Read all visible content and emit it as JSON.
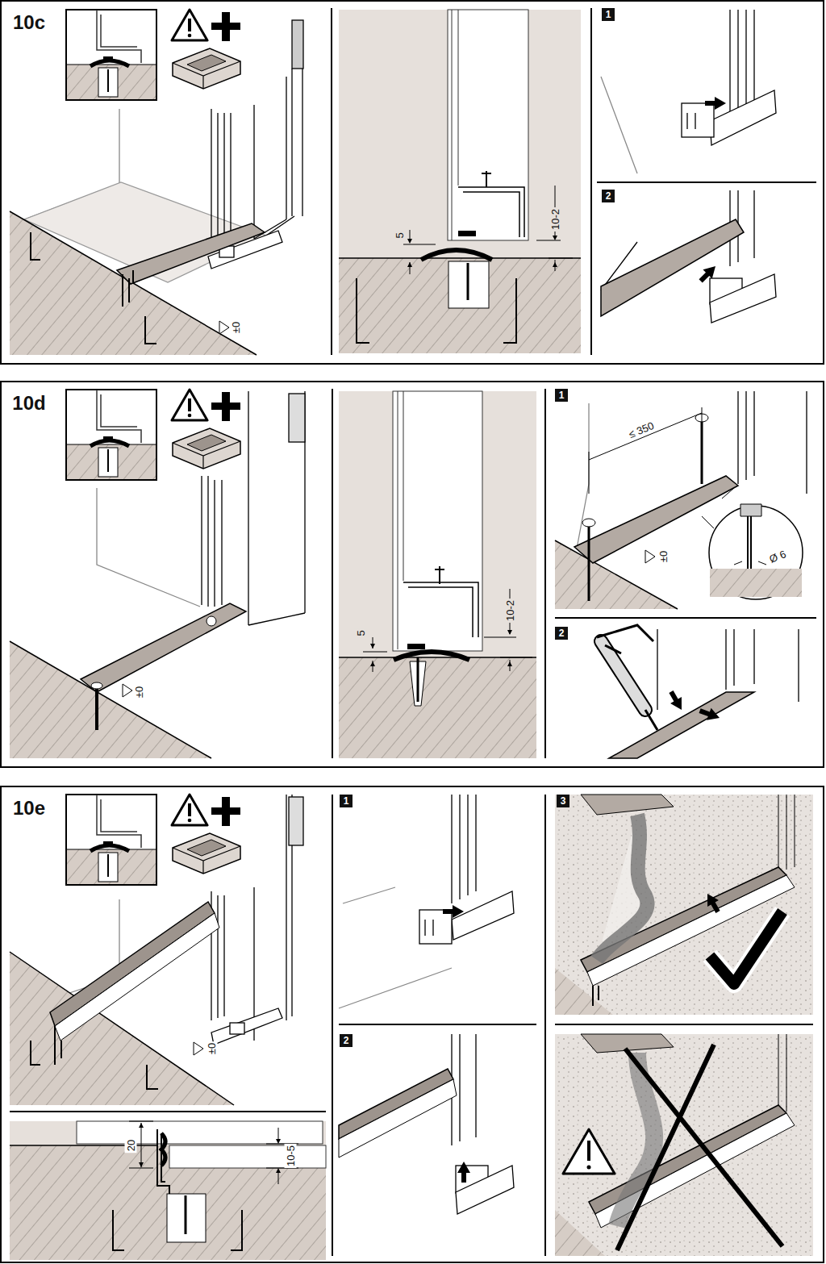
{
  "diagram": {
    "nodes": [
      {
        "text": [
          "1"
        ]
      },
      {
        "text": [
          "2"
        ]
      },
      {
        "text": [
          "1"
        ]
      },
      {
        "text": [
          "2"
        ]
      },
      {
        "text": [
          "1"
        ]
      },
      {
        "text": [
          "2"
        ]
      },
      {
        "text": [
          "3"
        ]
      }
    ],
    "labels": [
      "10c",
      "5",
      "10-2",
      "±0",
      "10d",
      "≤ 350",
      "Ø 6",
      "±0",
      "±0",
      "5",
      "10-2",
      "10e",
      "±0",
      "20",
      "10-5"
    ]
  }
}
